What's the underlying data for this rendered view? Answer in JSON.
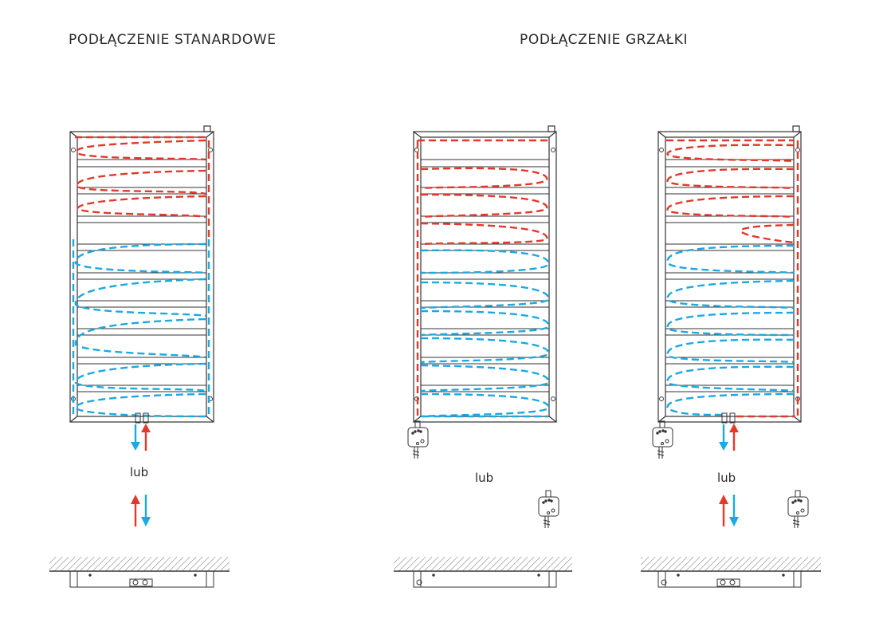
{
  "headings": {
    "standard": "PODŁĄCZENIE STANARDOWE",
    "heater": "PODŁĄCZENIE GRZAŁKI"
  },
  "labels": {
    "or_1": "lub",
    "or_2": "lub",
    "or_3": "lub"
  },
  "colors": {
    "hot_flow": "#e2392b",
    "cold_flow": "#1aa9e3",
    "frame": "#333333"
  },
  "icons": {
    "heater": "heating-element-icon",
    "hot_arrow": "arrow-up-red-icon",
    "cold_arrow": "arrow-down-blue-icon",
    "wall": "wall-hatch-icon"
  }
}
